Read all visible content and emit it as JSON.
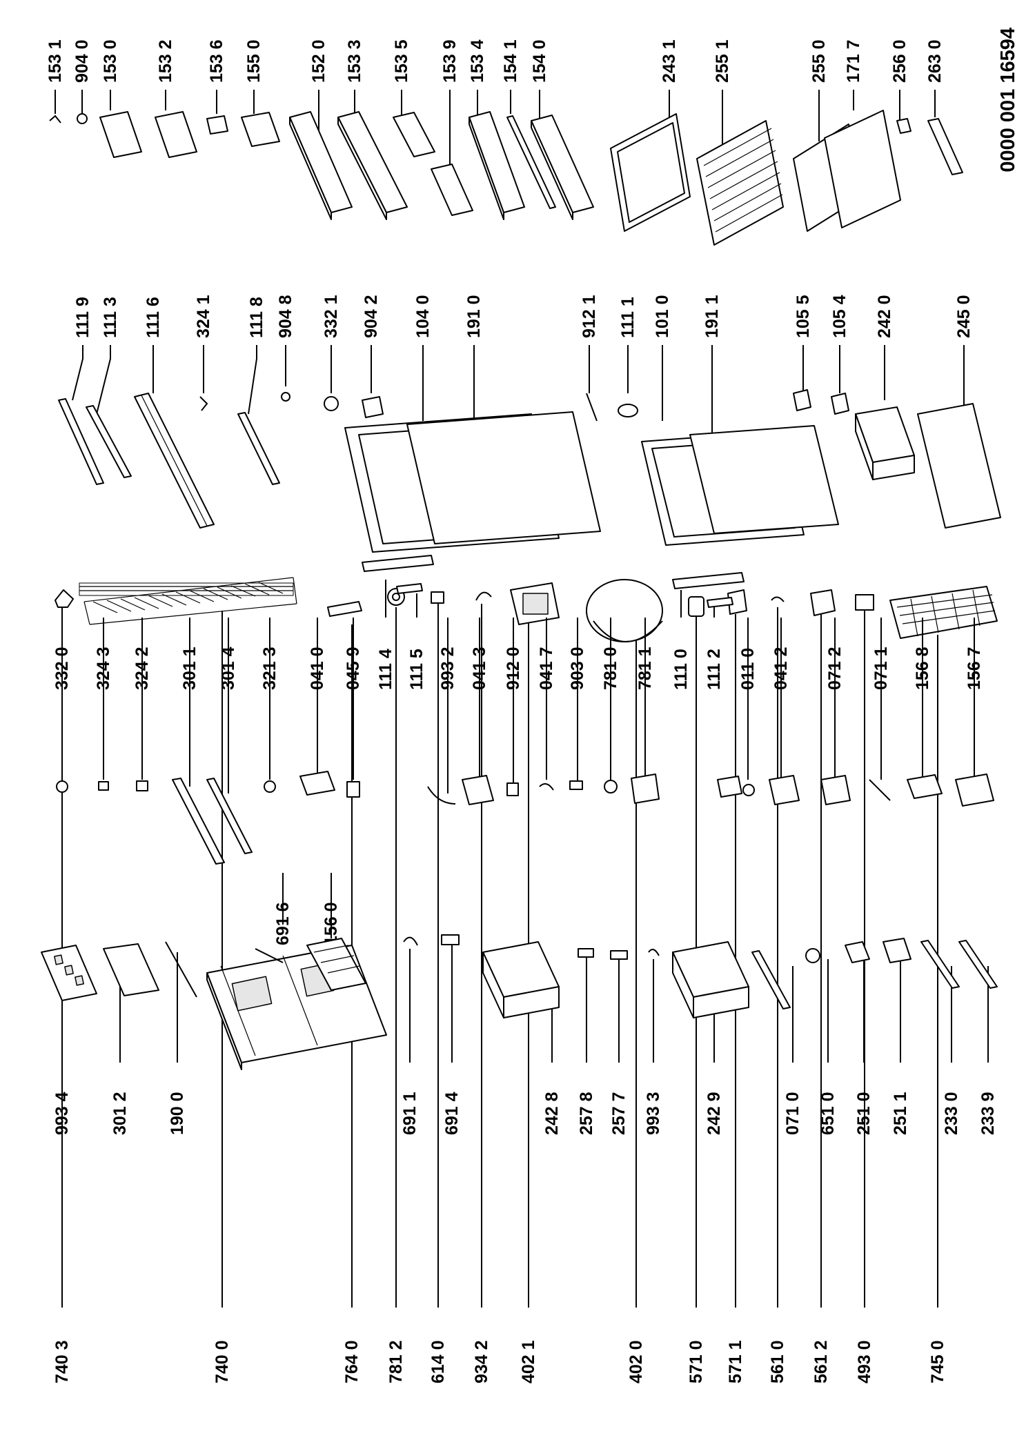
{
  "document": {
    "number": "0000 001 16594"
  },
  "columns": {
    "col1": [
      "740 3",
      "740 0",
      "764 0",
      "781 2",
      "614 0",
      "934 2",
      "402 1",
      "402 0",
      "571 0",
      "571 1",
      "561 0",
      "561 2",
      "493 0",
      "745 0"
    ],
    "col2": [
      "993 4",
      "301 2",
      "190 0",
      "691 6",
      "156 0",
      "691 1",
      "691 4",
      "242 8",
      "257 8",
      "257 7",
      "993 3",
      "242 9",
      "071 0",
      "651 0",
      "251 0",
      "251 1",
      "233 0",
      "233 9"
    ],
    "col3": [
      "332 0",
      "324 3",
      "324 2",
      "301 1",
      "301 4",
      "321 3",
      "041 0",
      "045 9",
      "111 4",
      "111 5",
      "993 2",
      "041 3",
      "912 0",
      "041 7",
      "903 0",
      "781 0",
      "781 1",
      "111 0",
      "111 2",
      "011 0",
      "041 2",
      "071 2",
      "071 1",
      "156 8",
      "156 7"
    ],
    "col4": [
      "111 9",
      "111 3",
      "111 6",
      "324 1",
      "111 8",
      "904 8",
      "332 1",
      "904 2",
      "104 0",
      "191 0",
      "912 1",
      "111 1",
      "101 0",
      "191 1",
      "105 5",
      "105 4",
      "242 0",
      "245 0"
    ],
    "col5": [
      "153 1",
      "904 0",
      "153 0",
      "153 2",
      "153 6",
      "155 0",
      "152 0",
      "153 3",
      "153 5",
      "153 9",
      "153 4",
      "154 1",
      "154 0",
      "243 1",
      "255 1",
      "255 0",
      "171 7",
      "256 0",
      "263 0"
    ]
  }
}
